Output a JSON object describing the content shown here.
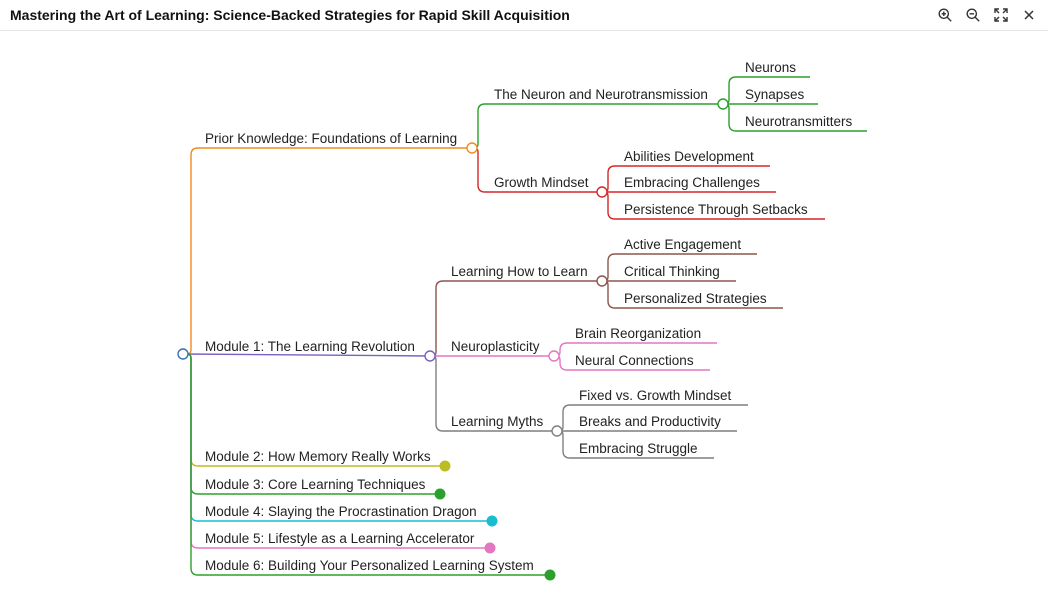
{
  "window": {
    "title": "Mastering the Art of Learning: Science-Backed Strategies for Rapid Skill Acquisition",
    "toolbar": [
      {
        "name": "zoom-in",
        "icon": "zoom-in-icon"
      },
      {
        "name": "zoom-out",
        "icon": "zoom-out-icon"
      },
      {
        "name": "fit-screen",
        "icon": "fullscreen-icon"
      },
      {
        "name": "close",
        "icon": "close-icon"
      }
    ]
  },
  "mindmap": {
    "colors": {
      "root": "#3b6fb6",
      "prior": "#f28a1e",
      "neuron": "#2ca02c",
      "growth": "#d62728",
      "module1": "#7b5fc2",
      "learning_how": "#8c564b",
      "neuroplasticity": "#e377c2",
      "myths": "#7f7f7f",
      "module2": "#bcbd22",
      "module3": "#2ca02c",
      "module4": "#17becf",
      "module5": "#e377c2",
      "module6": "#2ca02c"
    },
    "branches": [
      {
        "label": "Prior Knowledge: Foundations of Learning",
        "color_key": "prior",
        "children": [
          {
            "label": "The Neuron and Neurotransmission",
            "color_key": "neuron",
            "children": [
              "Neurons",
              "Synapses",
              "Neurotransmitters"
            ]
          },
          {
            "label": "Growth Mindset",
            "color_key": "growth",
            "children": [
              "Abilities Development",
              "Embracing Challenges",
              "Persistence Through Setbacks"
            ]
          }
        ]
      },
      {
        "label": "Module 1: The Learning Revolution",
        "color_key": "module1",
        "children": [
          {
            "label": "Learning How to Learn",
            "color_key": "learning_how",
            "children": [
              "Active Engagement",
              "Critical Thinking",
              "Personalized Strategies"
            ]
          },
          {
            "label": "Neuroplasticity",
            "color_key": "neuroplasticity",
            "children": [
              "Brain Reorganization",
              "Neural Connections"
            ]
          },
          {
            "label": "Learning Myths",
            "color_key": "myths",
            "children": [
              "Fixed vs. Growth Mindset",
              "Breaks and Productivity",
              "Embracing Struggle"
            ]
          }
        ]
      },
      {
        "label": "Module 2: How Memory Really Works",
        "color_key": "module2",
        "collapsed": true
      },
      {
        "label": "Module 3: Core Learning Techniques",
        "color_key": "module3",
        "collapsed": true
      },
      {
        "label": "Module 4: Slaying the Procrastination Dragon",
        "color_key": "module4",
        "collapsed": true
      },
      {
        "label": "Module 5: Lifestyle as a Learning Accelerator",
        "color_key": "module5",
        "collapsed": true
      },
      {
        "label": "Module 6: Building Your Personalized Learning System",
        "color_key": "module6",
        "collapsed": true
      }
    ]
  }
}
